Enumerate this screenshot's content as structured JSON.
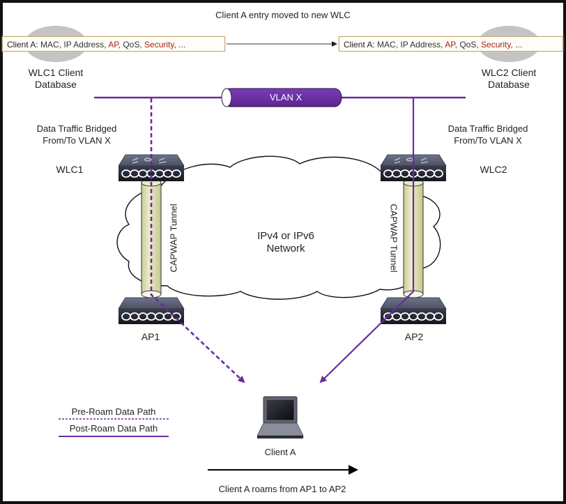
{
  "title": "Client A entry moved to new WLC",
  "colors": {
    "purple": "#6a2c9e",
    "vlan_fill": "#6b2fa5",
    "tunnel_fill": "#dfe0b4",
    "highlight_red": "#a8201a",
    "device_dark": "#2a2c38",
    "device_top": "#5a5f73"
  },
  "client_entry": {
    "prefix": "Client A:",
    "fields_plain_1": " MAC, IP Address, ",
    "field_ap": "AP",
    "fields_plain_2": ", QoS, ",
    "field_security": "Security",
    "fields_plain_3": ", ..."
  },
  "wlc1": {
    "db_label_line1": "WLC1 Client",
    "db_label_line2": "Database",
    "device_label": "WLC1",
    "bridge_line1": "Data Traffic Bridged",
    "bridge_line2": "From/To VLAN X"
  },
  "wlc2": {
    "db_label_line1": "WLC2 Client",
    "db_label_line2": "Database",
    "device_label": "WLC2",
    "bridge_line1": "Data Traffic Bridged",
    "bridge_line2": "From/To VLAN X"
  },
  "vlan_label": "VLAN X",
  "network_label_line1": "IPv4 or IPv6",
  "network_label_line2": "Network",
  "tunnel_label": "CAPWAP Tunnel",
  "ap1_label": "AP1",
  "ap2_label": "AP2",
  "client_label": "Client A",
  "legend": {
    "pre_roam": "Pre-Roam Data Path",
    "post_roam": "Post-Roam Data Path"
  },
  "roam_caption": "Client A roams from AP1 to AP2"
}
